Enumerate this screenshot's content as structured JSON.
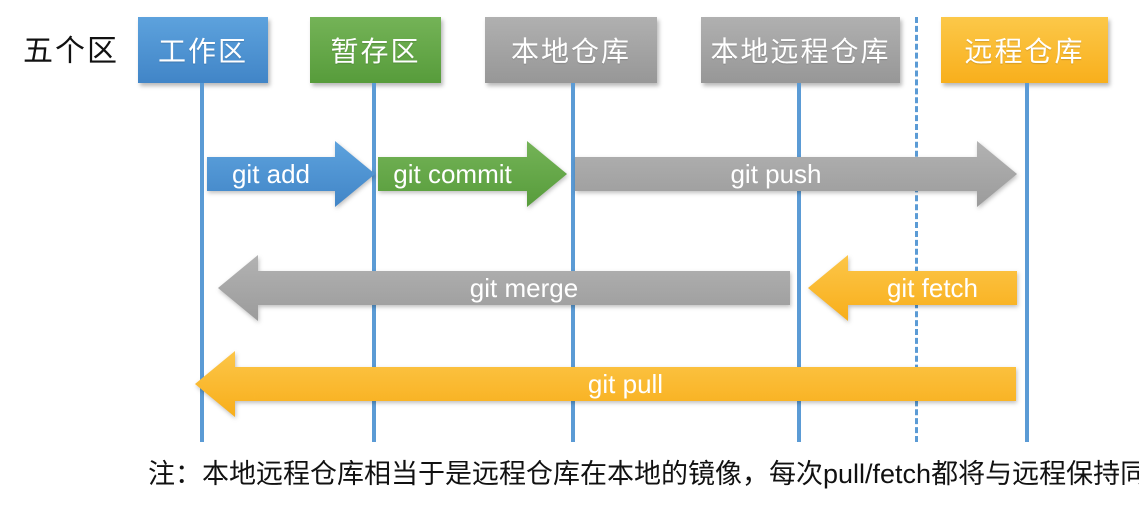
{
  "title": "五个区",
  "zones": [
    {
      "id": "working",
      "label": "工作区",
      "color": "#4e93d4"
    },
    {
      "id": "staging",
      "label": "暂存区",
      "color": "#63a446"
    },
    {
      "id": "local",
      "label": "本地仓库",
      "color": "#a3a3a3"
    },
    {
      "id": "local_remote",
      "label": "本地远程仓库",
      "color": "#a3a3a3"
    },
    {
      "id": "remote",
      "label": "远程仓库",
      "color": "#fbbb2c"
    }
  ],
  "arrows": [
    {
      "label": "git add",
      "direction": "right",
      "color": "#4e93d4",
      "from": "工作区",
      "to": "暂存区"
    },
    {
      "label": "git commit",
      "direction": "right",
      "color": "#63a446",
      "from": "暂存区",
      "to": "本地仓库"
    },
    {
      "label": "git push",
      "direction": "right",
      "color": "#a6a6a6",
      "from": "本地仓库",
      "to": "远程仓库"
    },
    {
      "label": "git merge",
      "direction": "left",
      "color": "#a6a6a6",
      "from": "本地远程仓库",
      "to": "工作区"
    },
    {
      "label": "git fetch",
      "direction": "left",
      "color": "#fbbb2c",
      "from": "远程仓库",
      "to": "本地远程仓库"
    },
    {
      "label": "git pull",
      "direction": "left",
      "color": "#fbbb2c",
      "from": "远程仓库",
      "to": "工作区"
    }
  ],
  "lifeline_color": "#5b9bd5",
  "note": "注：本地远程仓库相当于是远程仓库在本地的镜像，每次pull/fetch都将与远程保持同步"
}
